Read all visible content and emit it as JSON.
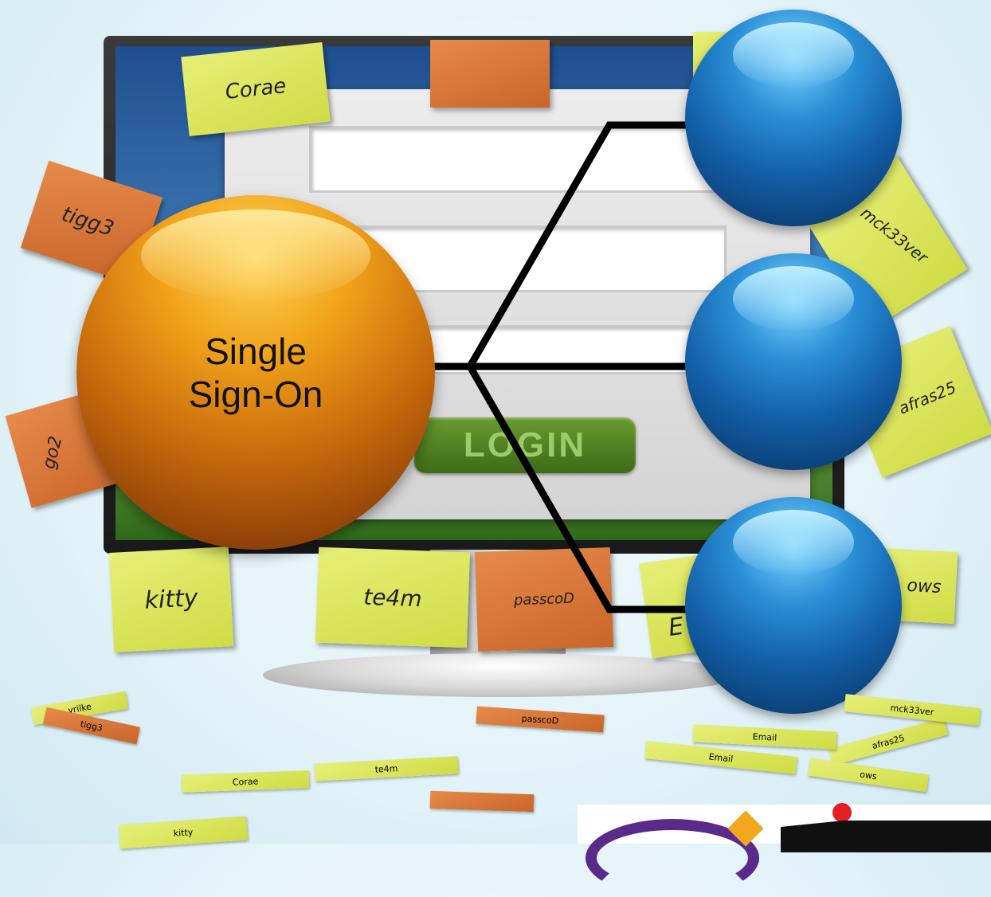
{
  "sso": {
    "line1": "Single",
    "line2": "Sign-On"
  },
  "login_button": {
    "label": "LOGIN"
  },
  "sticky_notes": {
    "corae": "Corae",
    "tigg": "tigg3",
    "goo": "go2",
    "kitty": "kitty",
    "te4m": "te4m",
    "passcode": "passcoD",
    "mack": "mck33ver",
    "afras": "afras25",
    "ows": "ows",
    "e": "E"
  },
  "floor_notes": {
    "n1": "yrilke",
    "n2": "tigg3",
    "n3": "passcoD",
    "n4": "Corae",
    "n5": "te4m",
    "n6": "kitty",
    "n7": "Email",
    "n8": "afras25",
    "n9": "ows",
    "n10": "mck33ver",
    "n11": "Email"
  },
  "colors": {
    "sso_sphere": "#e08a14",
    "app_sphere": "#1a6fbf",
    "note_yellow": "#d9e45a",
    "note_orange": "#d6743a"
  }
}
